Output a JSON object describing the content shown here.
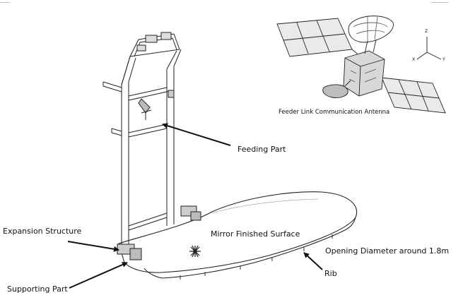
{
  "labels": {
    "feeder_link_antenna": "Feeder Link Communication Antenna",
    "feeding_part": "Feeding Part",
    "expansion_structure": "Expansion Structure",
    "mirror_finished_surface": "Mirror Finished Surface",
    "opening_diameter": "Opening Diameter around 1.8m",
    "rib": "Rib",
    "supporting_part": "Supporting Part"
  },
  "axes_triad": {
    "x": "X",
    "y": "Y",
    "z": "Z"
  },
  "colors": {
    "line": "#222222",
    "shade": "#9a9a9a",
    "panel": "#e9e9e9",
    "background": "#ffffff"
  }
}
